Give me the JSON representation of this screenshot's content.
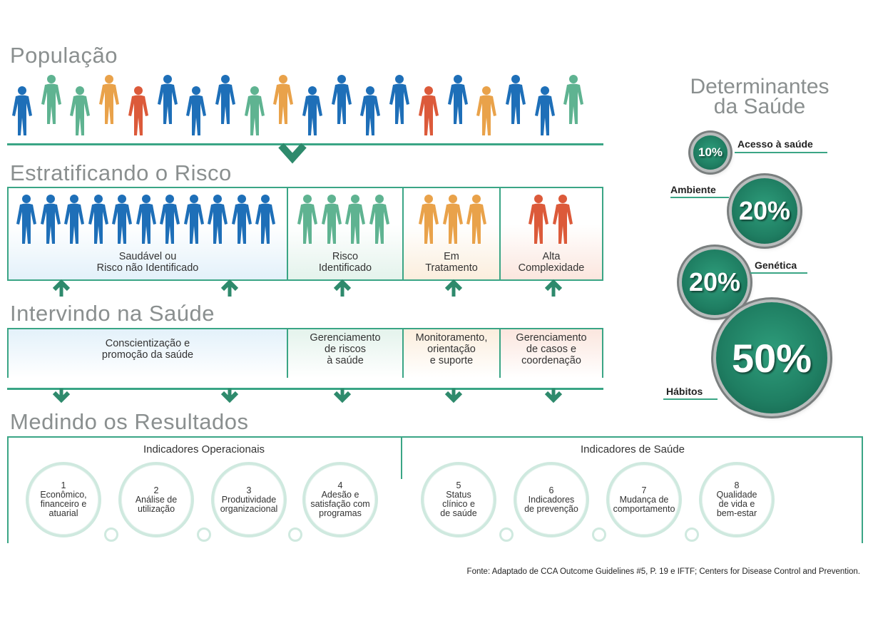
{
  "sections": {
    "populacao": "População",
    "estratificando": "Estratificando o Risco",
    "intervindo": "Intervindo na Saúde",
    "medindo": "Medindo os Resultados"
  },
  "risk_groups": [
    {
      "label": "Saudável ou\nRisco não Identificado",
      "people": 11,
      "color": "#1e6fb8"
    },
    {
      "label": "Risco\nIdentificado",
      "people": 4,
      "color": "#5fb391"
    },
    {
      "label": "Em\nTratamento",
      "people": 3,
      "color": "#e9a24a"
    },
    {
      "label": "Alta\nComplexidade",
      "people": 2,
      "color": "#dc5a3a"
    }
  ],
  "interventions": [
    "Conscientização e\npromoção da saúde",
    "Gerenciamento\nde riscos\nà saúde",
    "Monitoramento,\norientação\ne suporte",
    "Gerenciamento\nde casos e\ncoordenação"
  ],
  "results": {
    "operational_title": "Indicadores Operacionais",
    "health_title": "Indicadores de Saúde",
    "operational": [
      "1\nEconômico,\nfinanceiro e\natuarial",
      "2\nAnálise de\nutilização",
      "3\nProdutividade\norganizacional",
      "4\nAdesão e\nsatisfação com\nprogramas"
    ],
    "health": [
      "5\nStatus\nclínico e\nde saúde",
      "6\nIndicadores\nde prevenção",
      "7\nMudança de\ncomportamento",
      "8\nQualidade\nde vida e\nbem-estar"
    ]
  },
  "determinants": {
    "title": "Determinantes\nda Saúde",
    "items": [
      {
        "label": "Acesso à saúde",
        "value": "10%"
      },
      {
        "label": "Ambiente",
        "value": "20%"
      },
      {
        "label": "Genética",
        "value": "20%"
      },
      {
        "label": "Hábitos",
        "value": "50%"
      }
    ]
  },
  "population_colors": [
    "#1e6fb8",
    "#5fb391",
    "#5fb391",
    "#e9a24a",
    "#dc5a3a",
    "#1e6fb8",
    "#1e6fb8",
    "#1e6fb8",
    "#5fb391",
    "#e9a24a",
    "#1e6fb8",
    "#1e6fb8",
    "#1e6fb8",
    "#1e6fb8",
    "#dc5a3a",
    "#1e6fb8",
    "#e9a24a",
    "#1e6fb8",
    "#1e6fb8",
    "#5fb391"
  ],
  "source": "Fonte: Adaptado de CCA Outcome Guidelines #5, P. 19 e IFTF; Centers for Disease Control and Prevention.",
  "accent_color": "#3aa585"
}
